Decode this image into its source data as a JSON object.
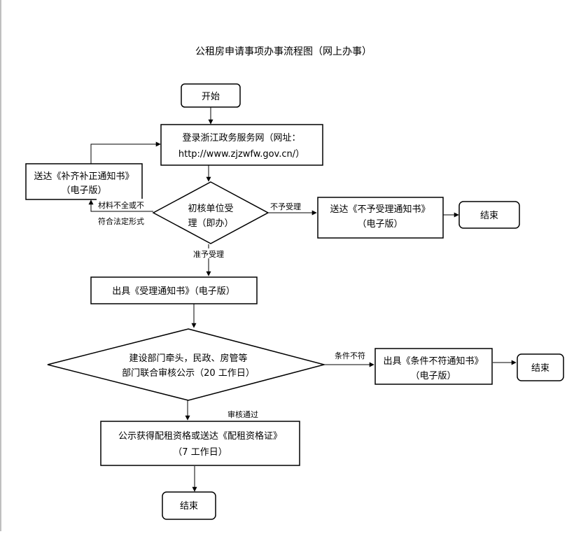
{
  "title": "公租房申请事项办事流程图（网上办事）",
  "nodes": {
    "start": {
      "label": "开始"
    },
    "login": {
      "line1": "登录浙江政务服务网（网址：",
      "line2": "http://www.zjzwfw.gov.cn/）"
    },
    "supplement": {
      "line1": "送达《补齐补正通知书》",
      "line2": "（电子版）"
    },
    "review": {
      "line1": "初核单位受",
      "line2": "理（即办）"
    },
    "reject_notice": {
      "line1": "送达《不予受理通知书》",
      "line2": "（电子版）"
    },
    "end1": {
      "label": "结束"
    },
    "accept_notice": {
      "label": "出具《受理通知书》（电子版）"
    },
    "joint_review": {
      "line1": "建设部门牵头，民政、房管等",
      "line2": "部门联合审核公示（20 工作日）"
    },
    "fail_notice": {
      "line1": "出具《条件不符通知书》",
      "line2": "（电子版）"
    },
    "end2": {
      "label": "结束"
    },
    "publicity": {
      "line1": "公示获得配租资格或送达《配租资格证》",
      "line2": "（7 工作日）"
    },
    "end3": {
      "label": "结束"
    }
  },
  "edges": {
    "incomplete": {
      "line1": "材料不全或不",
      "line2": "符合法定形式"
    },
    "not_accepted": "不予受理",
    "accepted": "准予受理",
    "not_qualified": "条件不符",
    "approved": "审核通过"
  },
  "colors": {
    "stroke": "#000000",
    "background": "#ffffff",
    "page_border": "#7f7f7f"
  }
}
